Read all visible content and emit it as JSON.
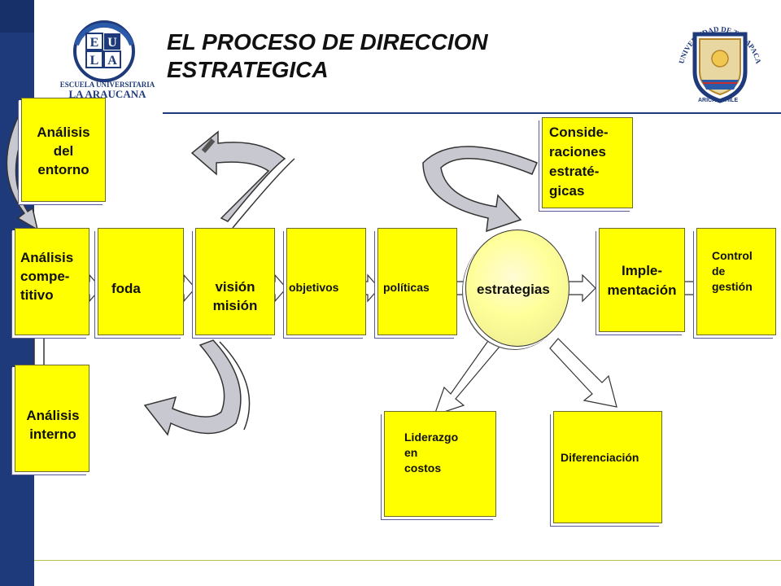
{
  "slide": {
    "title_line1": "EL PROCESO DE DIRECCION",
    "title_line2": "ESTRATEGICA",
    "logo_left": {
      "letters": [
        "E",
        "U",
        "L",
        "A"
      ],
      "line1": "ESCUELA UNIVERSITARIA",
      "line2": "LA ARAUCANA"
    },
    "logo_right": {
      "arc_text": "UNIVERSIDAD DE TARAPACA",
      "caption": "ARICA · CHILE"
    }
  },
  "diagram": {
    "analisis_entorno": "Análisis\ndel\nentorno",
    "analisis_competitivo": "Análisis\ncompe-\ntitivo",
    "analisis_interno": "Análisis\ninterno",
    "foda": "foda",
    "vision_mision": "visión\nmisión",
    "objetivos": "objetivos",
    "politicas": "políticas",
    "estrategias": "estrategias",
    "consideraciones": "Conside-\nraciones\nestraté-\ngicas",
    "implementacion": "Imple-\nmentación",
    "control": "Control\nde\ngestión",
    "liderazgo": "Liderazgo\nen\ncostos",
    "diferenciacion": "Diferenciación"
  },
  "colors": {
    "box_fill": "#ffff00",
    "sidebar": "#1f3a7a",
    "arrow_fill": "#c8c8d0"
  }
}
